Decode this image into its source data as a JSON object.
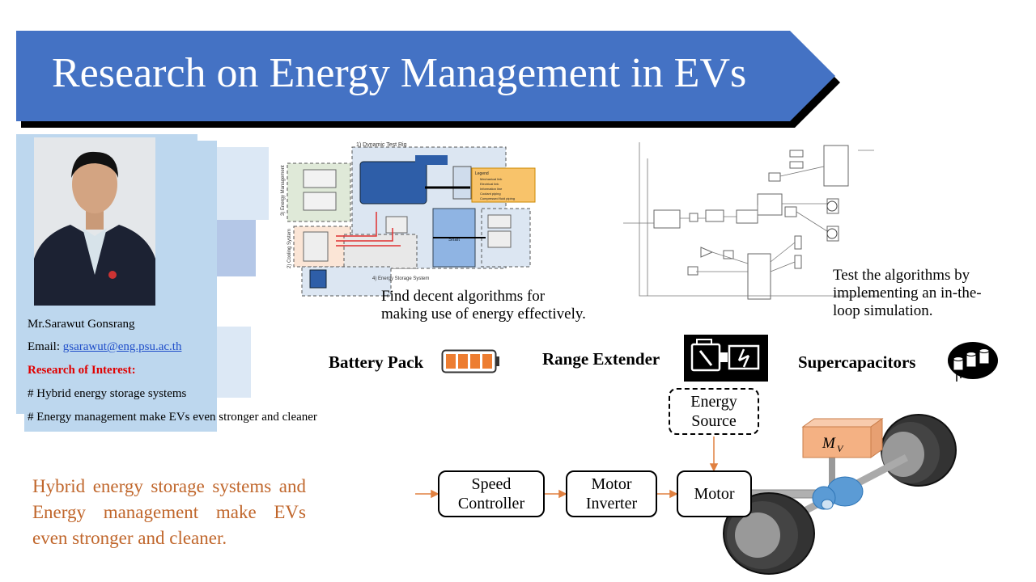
{
  "slide": {
    "title": "Research on Energy Management in EVs"
  },
  "profile": {
    "name": "Mr.Sarawut Gonsrang",
    "email_label": "Email:",
    "email": "gsarawut@eng.psu.ac.th",
    "research_heading": "Research of Interest:",
    "interests": [
      "# Hybrid energy storage systems",
      "# Energy management make EVs even stronger and cleaner"
    ]
  },
  "diagram_left": {
    "caption_line1": "Find decent algorithms for",
    "caption_line2": "making use of energy effectively.",
    "top_label": "1) Dynamic Test Rig",
    "side_label_1": "3) Energy Management",
    "side_label_2": "2) Cooling System",
    "bottom_label": "4) Energy Storage System",
    "legend_title": "Legend",
    "legend_items": [
      "Mechanical link",
      "Electrical link",
      "Information line",
      "Coolant piping",
      "Compressed fluid piping"
    ],
    "block_shaft": "Shaft"
  },
  "diagram_right": {
    "caption_line1": "Test the algorithms by",
    "caption_line2": "implementing an in-the-",
    "caption_line3": "loop simulation."
  },
  "components": {
    "battery": "Battery Pack",
    "range_extender": "Range Extender",
    "supercapacitors": "Supercapacitors"
  },
  "drivetrain": {
    "energy_source_line1": "Energy",
    "energy_source_line2": "Source",
    "speed_controller_line1": "Speed",
    "speed_controller_line2": "Controller",
    "motor_inverter_line1": "Motor",
    "motor_inverter_line2": "Inverter",
    "motor": "Motor",
    "mass_label": "M",
    "mass_subscript": "V"
  },
  "tagline": "Hybrid energy storage systems and Energy management make EVs even stronger and cleaner.",
  "colors": {
    "banner": "#4472c4",
    "banner_shadow": "#000000",
    "panel_light": "#dce8f5",
    "panel_mid": "#bdd7ee",
    "panel_dark": "#b4c7e7",
    "tagline": "#c0662b",
    "arrow": "#e08040",
    "mass_block": "#f4b183"
  }
}
